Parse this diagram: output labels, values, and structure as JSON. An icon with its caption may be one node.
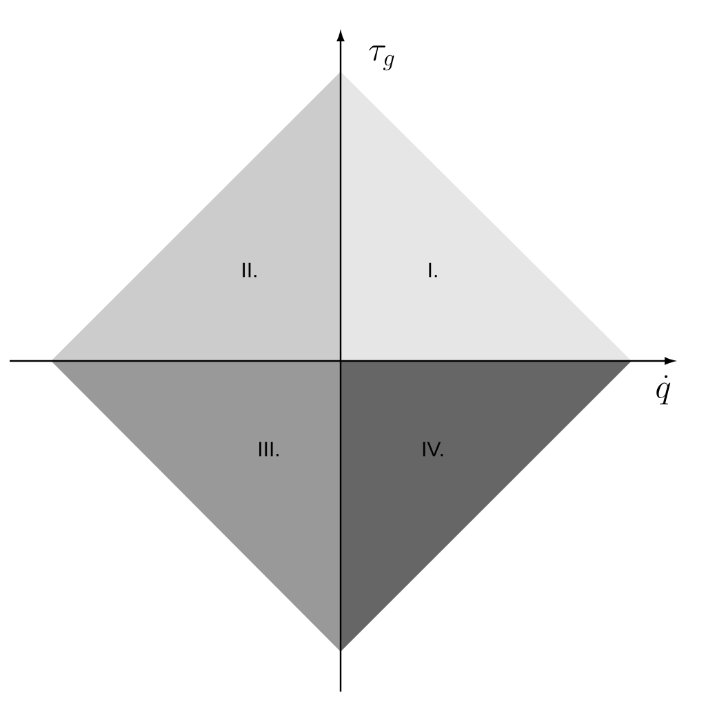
{
  "diagram": {
    "nodes": [
      {
        "text": [
          "II."
        ]
      },
      {
        "text": [
          "I."
        ]
      },
      {
        "text": [
          "III."
        ]
      },
      {
        "text": [
          "IV."
        ]
      }
    ],
    "labels": [
      "\\tau_g",
      "\\dot{q}"
    ]
  }
}
